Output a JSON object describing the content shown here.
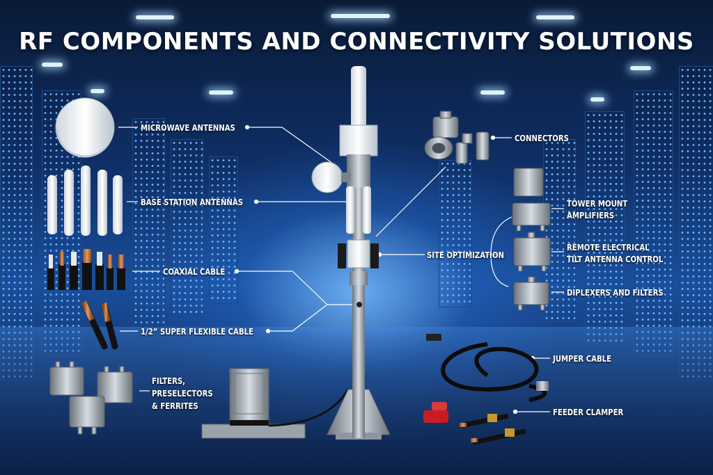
{
  "title": "RF COMPONENTS AND CONNECTIVITY SOLUTIONS",
  "labels": {
    "microwave_antennas": "MICROWAVE ANTENNAS",
    "base_station_antennas": "BASE STATION ANTENNAS",
    "coaxial_cable": "COAXIAL CABLE",
    "super_flexible_cable": "1/2” SUPER FLEXIBLE CABLE",
    "filters_line1": "FILTERS,",
    "filters_line2": "PRESELECTORS",
    "filters_line3": "& FERRITES",
    "connectors": "CONNECTORS",
    "tma_line1": "TOWER MOUNT",
    "tma_line2": "AMPLIFIERS",
    "site_optimization": "SITE OPTIMIZATION",
    "ret_line1": "REMOTE ELECTRICAL",
    "ret_line2": "TILT ANTENNA CONTROL",
    "diplexers": "DIPLEXERS AND FILTERS",
    "jumper_cable": "JUMPER CABLE",
    "feeder_clamper": "FEEDER CLAMPER"
  },
  "colors": {
    "accent": "#1a4f9c",
    "copper": "#c8743c",
    "cable_black": "#111111",
    "metal": "#b8bec6"
  }
}
